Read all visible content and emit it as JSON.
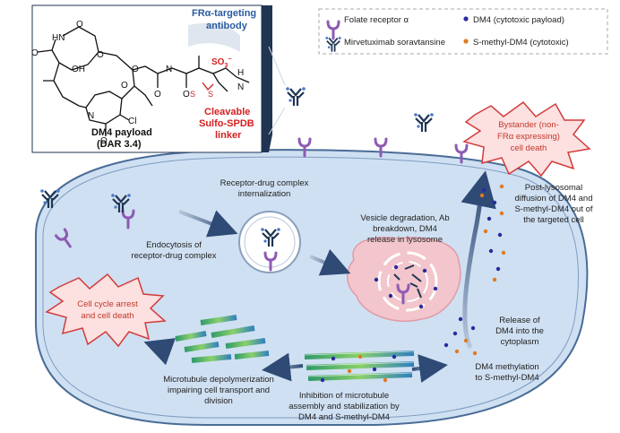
{
  "legend": {
    "folate_receptor": "Folate receptor α",
    "mirvetuximab": "Mirvetuximab soravtansine",
    "dm4": "DM4 (cytotoxic payload)",
    "smethyl_dm4": "S-methyl-DM4 (cytotoxic)"
  },
  "antibody": {
    "line1": "FRα-targeting",
    "line2": "antibody"
  },
  "payload": {
    "line1": "DM4 payload",
    "line2": "(DAR 3.4)"
  },
  "linker": {
    "line1": "Cleavable",
    "line2": "Sulfo-SPDB",
    "line3": "linker"
  },
  "atoms": {
    "o": "O",
    "hn": "HN",
    "oh": "OH",
    "n": "N",
    "cl": "Cl",
    "s": "S",
    "so3": "SO",
    "so3_sub": "3",
    "so3_sup": "−",
    "h": "H"
  },
  "steps": {
    "internalization": [
      "Receptor-drug complex",
      "internalization"
    ],
    "endocytosis": [
      "Endocytosis of",
      "receptor-drug complex"
    ],
    "vesicle": [
      "Vesicle degradation, Ab",
      "breakdown, DM4",
      "release in lysosome"
    ],
    "post_lysosomal": [
      "Post-lysosomal",
      "diffusion of DM4 and",
      "S-methyl-DM4 out of",
      "the targeted cell"
    ],
    "release": [
      "Release of",
      "DM4 into the",
      "cytoplasm"
    ],
    "methylation": [
      "DM4 methylation",
      "to S-methyl-DM4"
    ],
    "inhibition": [
      "Inhibition of microtubule",
      "assembly and stabilization by",
      "DM4 and S-methyl-DM4"
    ],
    "depolymerization": [
      "Microtubule depolymerization",
      "impairing cell transport and",
      "division"
    ]
  },
  "bursts": {
    "bystander": [
      "Bystander (non-",
      "FRα expressing)",
      "cell death"
    ],
    "arrest": [
      "Cell cycle arrest",
      "and cell death"
    ]
  },
  "colors": {
    "receptor": "#8e5bb4",
    "antibody": "#1f3552",
    "dm4": "#2a2a9e",
    "smethyl": "#e07a20",
    "cell_fill": "#cfe0f2",
    "cell_stroke": "#4a6c96",
    "burst_fill": "#fde0e0",
    "burst_stroke": "#d23b3b",
    "burst_text": "#c0392b",
    "linker_red": "#d42020",
    "lysosome": "#f2c6cc"
  }
}
